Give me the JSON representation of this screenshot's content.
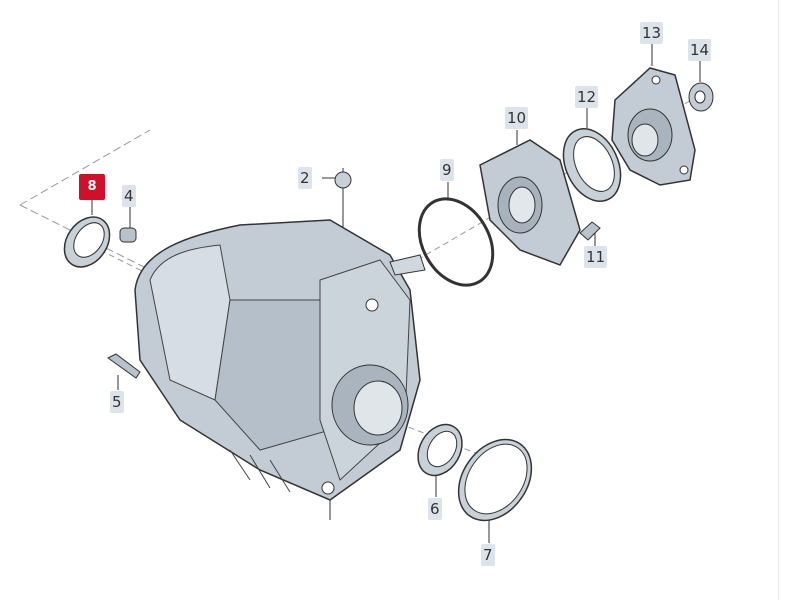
{
  "diagram": {
    "selected_part": "8",
    "highlight_color": "#d0102a",
    "label_bg_color": "#dde3ea",
    "callouts": [
      {
        "number": "2",
        "part": "plug"
      },
      {
        "number": "4",
        "part": "plug-screw"
      },
      {
        "number": "5",
        "part": "bolt"
      },
      {
        "number": "6",
        "part": "seal-ring"
      },
      {
        "number": "7",
        "part": "o-ring"
      },
      {
        "number": "8",
        "part": "seal"
      },
      {
        "number": "9",
        "part": "o-ring"
      },
      {
        "number": "10",
        "part": "cover"
      },
      {
        "number": "11",
        "part": "bolt"
      },
      {
        "number": "12",
        "part": "seal"
      },
      {
        "number": "13",
        "part": "flange"
      },
      {
        "number": "14",
        "part": "nut"
      }
    ]
  }
}
